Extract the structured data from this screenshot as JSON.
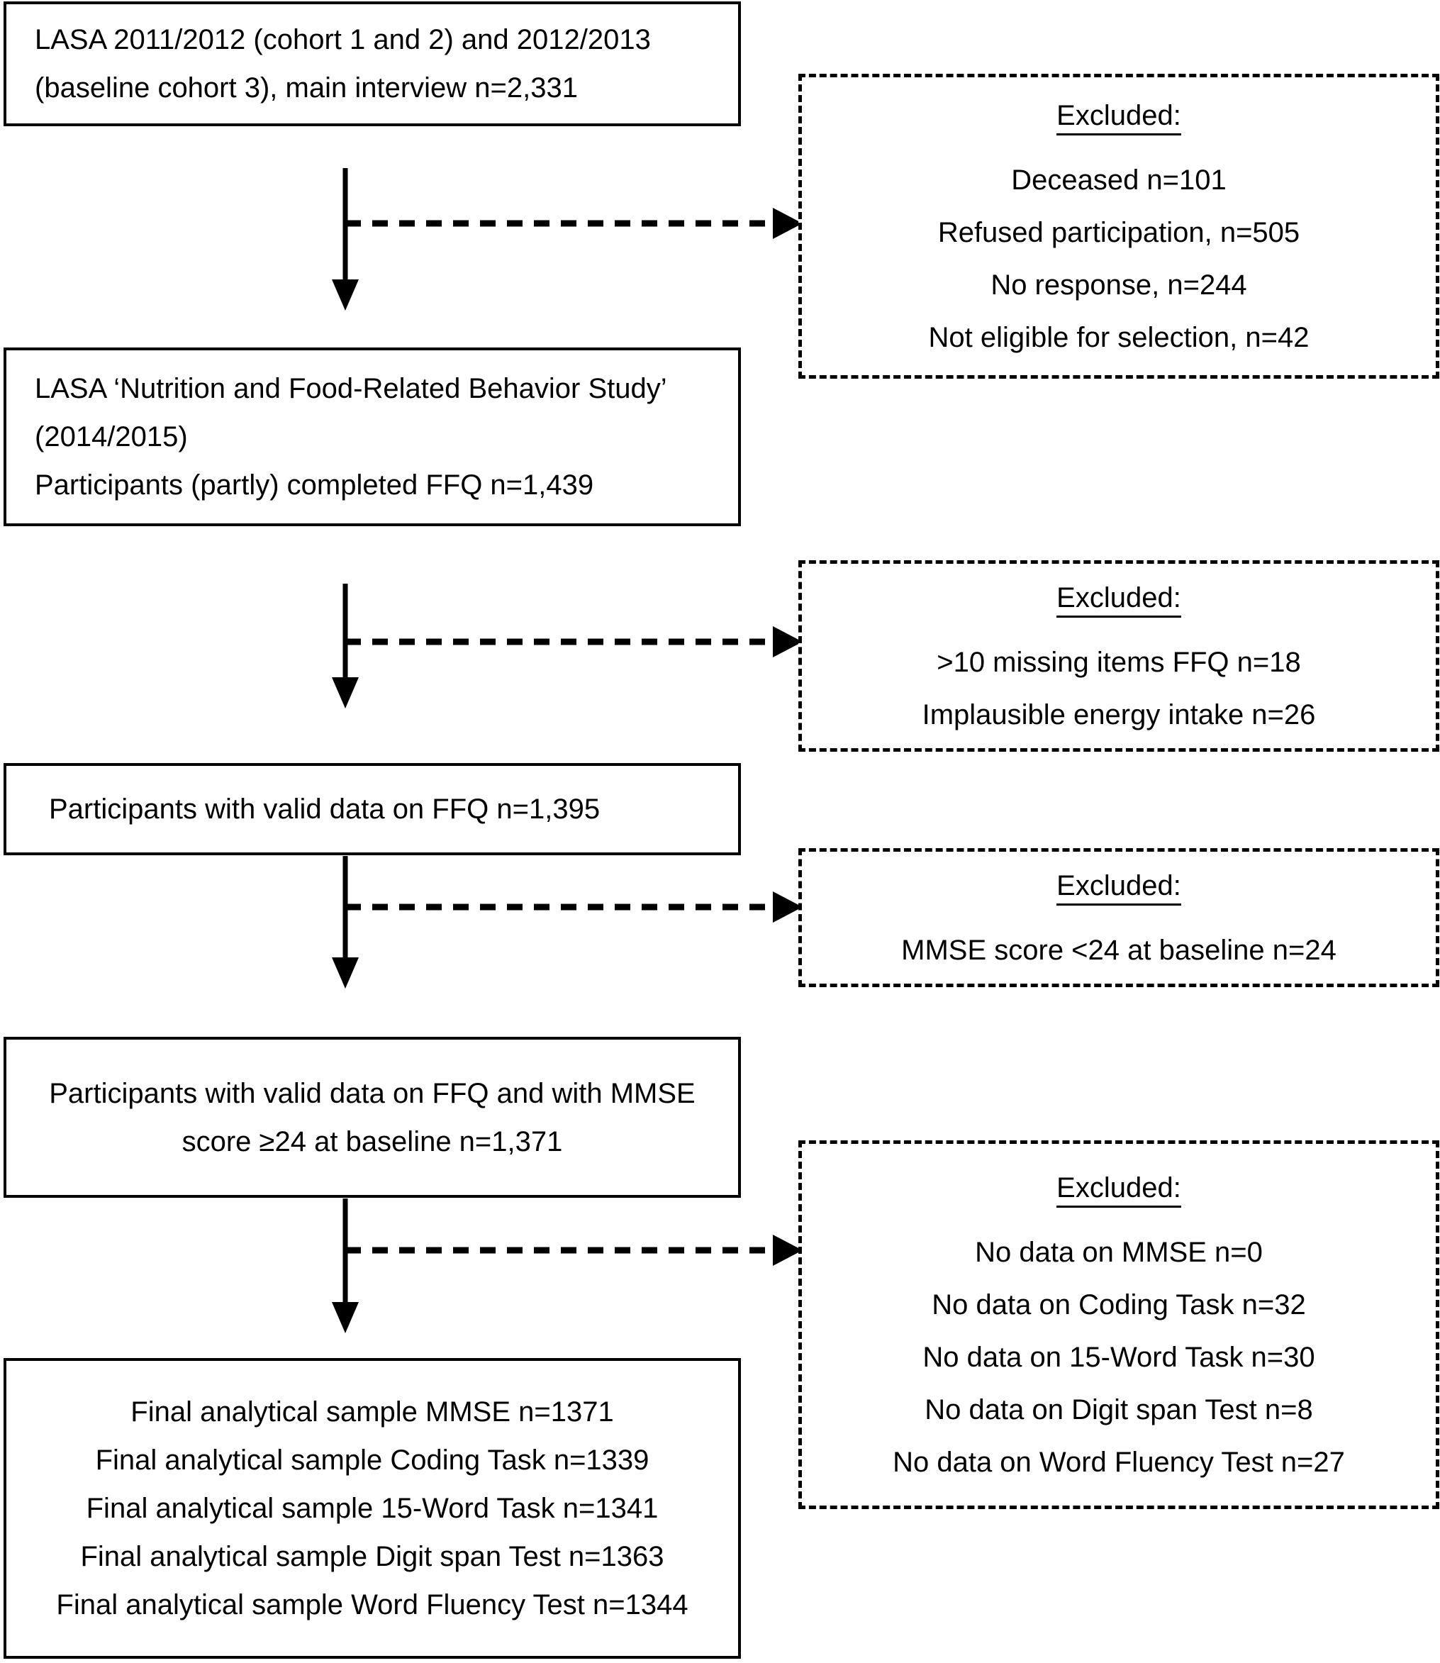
{
  "figure": {
    "type": "participant-flow-diagram",
    "title": "LASA study participant flow"
  },
  "nodes": [
    {
      "id": "main-1",
      "kind": "solid",
      "align": "left",
      "lines": [
        "LASA 2011/2012 (cohort 1 and 2) and 2012/2013",
        "(baseline cohort 3), main interview n=2,331"
      ]
    },
    {
      "id": "main-2",
      "kind": "solid",
      "align": "left",
      "lines": [
        "LASA ‘Nutrition and Food-Related Behavior Study’",
        "(2014/2015)",
        "Participants (partly) completed FFQ n=1,439"
      ]
    },
    {
      "id": "main-3",
      "kind": "solid",
      "align": "left",
      "lines": [
        "Participants with valid data on FFQ n=1,395"
      ]
    },
    {
      "id": "main-4",
      "kind": "solid",
      "align": "center",
      "lines": [
        "Participants with valid data on FFQ and with MMSE",
        "score ≥24 at baseline n=1,371"
      ]
    },
    {
      "id": "main-5",
      "kind": "solid",
      "align": "center",
      "lines": [
        "Final analytical sample MMSE n=1371",
        "Final analytical sample Coding Task n=1339",
        "Final analytical sample 15-Word Task n=1341",
        "Final analytical sample Digit span Test n=1363",
        "Final analytical sample Word Fluency Test n=1344"
      ]
    }
  ],
  "exclusions": [
    {
      "id": "excl-1",
      "kind": "dashed",
      "heading": "Excluded:",
      "lines": [
        "Deceased n=101",
        "Refused participation, n=505",
        "No response, n=244",
        "Not eligible for selection, n=42"
      ]
    },
    {
      "id": "excl-2",
      "kind": "dashed",
      "heading": "Excluded:",
      "lines": [
        ">10 missing items FFQ n=18",
        "Implausible energy intake n=26"
      ]
    },
    {
      "id": "excl-3",
      "kind": "dashed",
      "heading": "Excluded:",
      "lines": [
        "MMSE score <24 at baseline n=24"
      ]
    },
    {
      "id": "excl-4",
      "kind": "dashed",
      "heading": "Excluded:",
      "lines": [
        "No data on MMSE n=0",
        "No data on Coding Task n=32",
        "No data on 15-Word Task n=30",
        "No data on Digit span Test n=8",
        "No data on Word Fluency Test n=27"
      ]
    }
  ],
  "colors": {
    "stroke": "#000000",
    "background": "#ffffff",
    "text": "#000000"
  }
}
